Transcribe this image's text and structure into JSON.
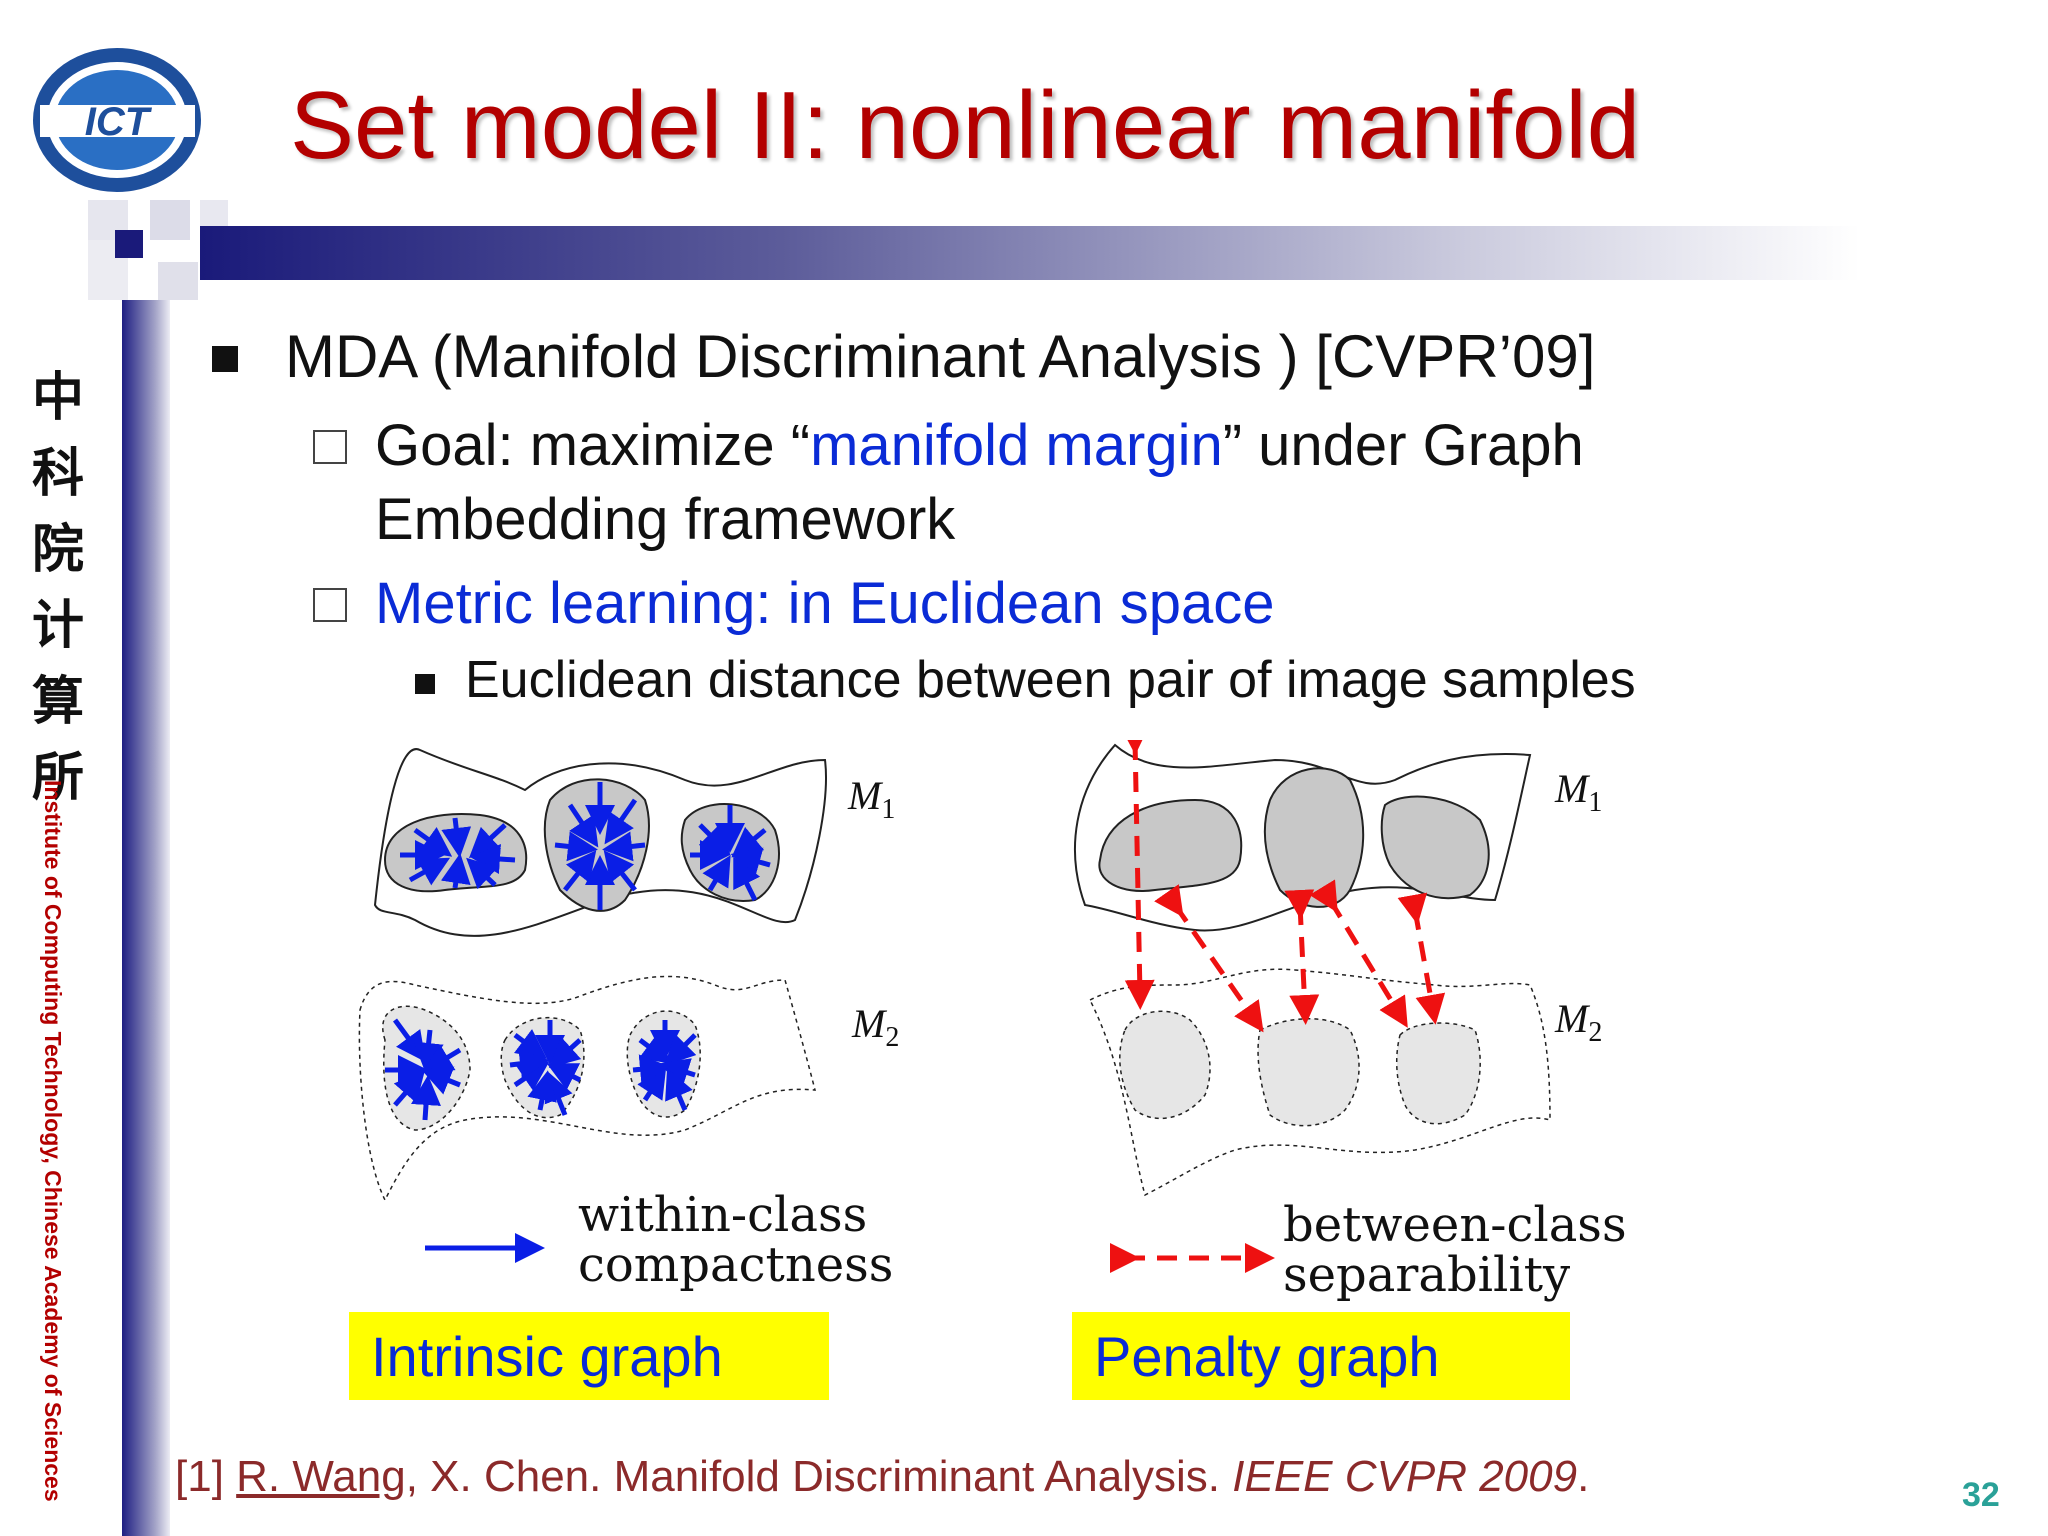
{
  "header": {
    "logo_text": "ICT",
    "title": "Set model II: nonlinear manifold"
  },
  "sidebar": {
    "chinese": [
      "中",
      "科",
      "院",
      "计",
      "算",
      "所"
    ],
    "english": "Institute of Computing Technology, Chinese Academy of Sciences"
  },
  "bullets": {
    "main": "MDA (Manifold Discriminant Analysis ) [CVPR’09]",
    "goal_prefix": "Goal: maximize “",
    "goal_highlight": "manifold margin",
    "goal_suffix": "” under Graph",
    "goal_line2": "Embedding framework",
    "metric": "Metric learning: in Euclidean space",
    "euclid": "Euclidean distance between pair of image samples"
  },
  "figure": {
    "left": {
      "m1": "M",
      "m1_sub": "1",
      "m2": "M",
      "m2_sub": "2",
      "legend_line1": "within-class",
      "legend_line2": "compactness",
      "box_label": "Intrinsic graph"
    },
    "right": {
      "m1": "M",
      "m1_sub": "1",
      "m2": "M",
      "m2_sub": "2",
      "legend_line1": "between-class",
      "legend_line2": "separability",
      "box_label": "Penalty graph"
    },
    "colors": {
      "intrinsic_arrow": "#0a1ee6",
      "penalty_arrow": "#ee1111",
      "box": "#ffff00"
    }
  },
  "footer": {
    "ref_prefix": "[1] ",
    "ref_author": "R. Wang",
    "ref_middle": ", X. Chen. Manifold Discriminant Analysis. ",
    "ref_venue": "IEEE CVPR 2009",
    "ref_end": ".",
    "page_number": "32"
  }
}
